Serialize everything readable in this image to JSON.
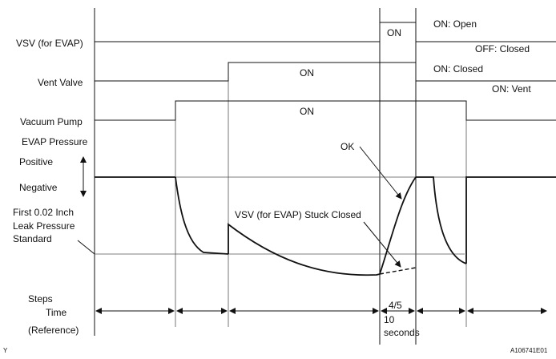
{
  "signals": {
    "vsv": {
      "label": "VSV (for EVAP)",
      "on_text": "ON",
      "high_state": "ON: Open",
      "low_state": "OFF: Closed"
    },
    "vent_valve": {
      "label": "Vent Valve",
      "on_text": "ON",
      "high_state": "ON: Closed",
      "low_state": "ON: Vent"
    },
    "vacuum_pump": {
      "label": "Vacuum Pump",
      "on_text": "ON"
    }
  },
  "pressure": {
    "title": "EVAP Pressure",
    "positive": "Positive",
    "negative": "Negative",
    "leak_standard": [
      "First 0.02 Inch",
      "Leak Pressure",
      "Standard"
    ],
    "ok_label": "OK",
    "stuck_label": "VSV (for EVAP) Stuck Closed"
  },
  "steps": {
    "title": "Steps",
    "time_label": "Time",
    "reference_label": "(Reference)",
    "step_number": "4/5",
    "duration_value": "10",
    "duration_unit": "seconds"
  },
  "footer": {
    "left_mark": "Y",
    "figure_id": "A106741E01"
  }
}
